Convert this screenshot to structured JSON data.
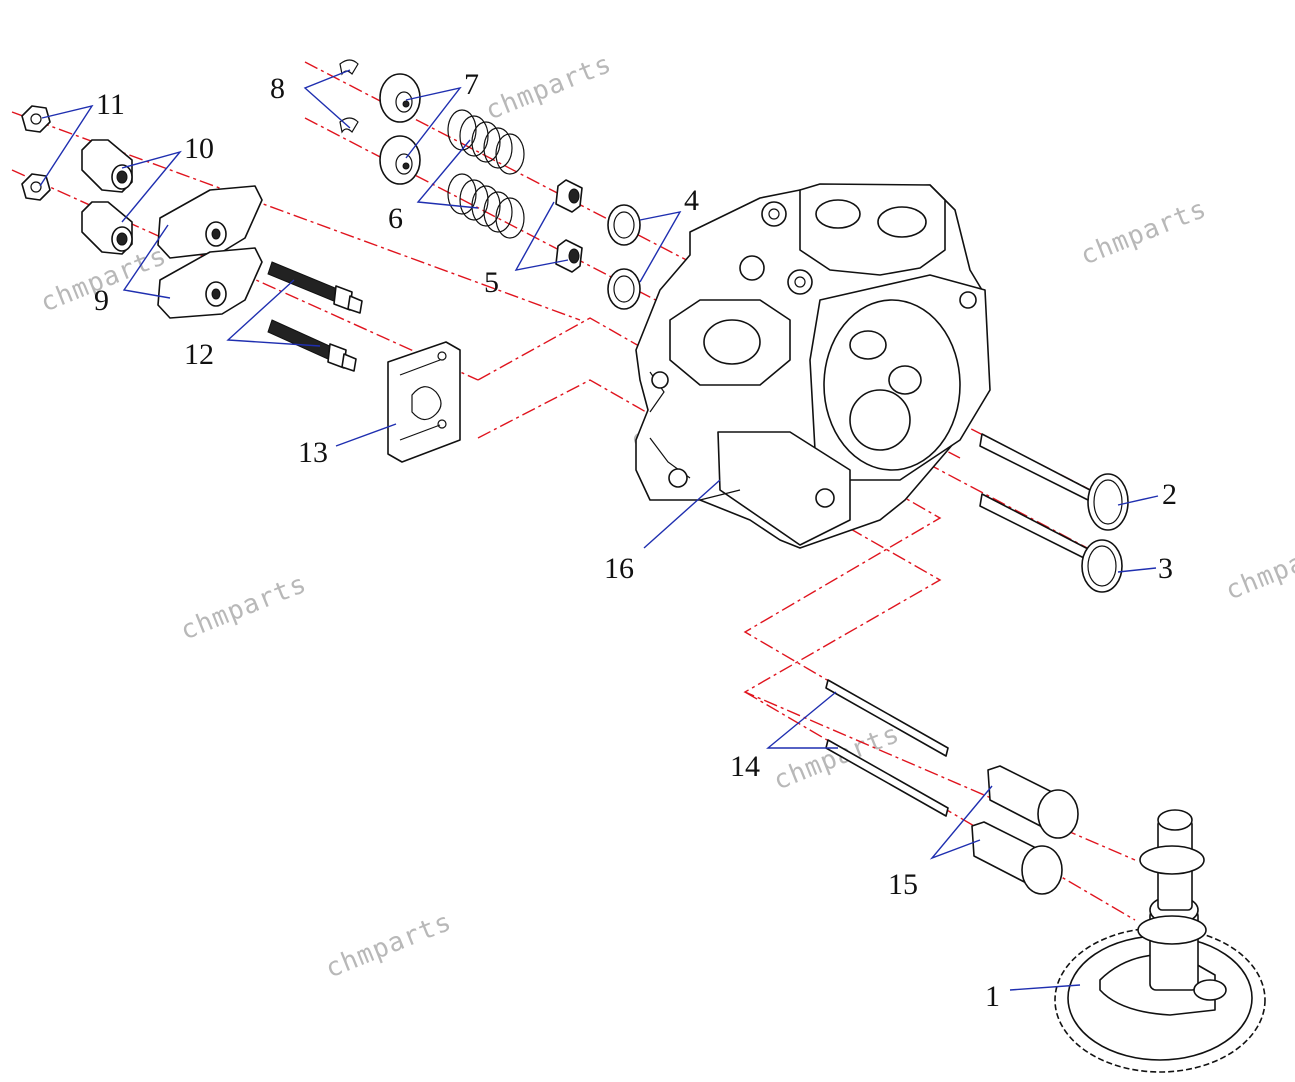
{
  "watermark": "chmparts",
  "callouts": {
    "c1": "1",
    "c2": "2",
    "c3": "3",
    "c4": "4",
    "c5": "5",
    "c6": "6",
    "c7": "7",
    "c8": "8",
    "c9": "9",
    "c10": "10",
    "c11": "11",
    "c12": "12",
    "c13": "13",
    "c14": "14",
    "c15": "15",
    "c16": "16"
  },
  "colors": {
    "axis": "#e0141e",
    "leader": "#1f2fb0",
    "line": "#111111",
    "watermark": "#b8b8b8"
  }
}
